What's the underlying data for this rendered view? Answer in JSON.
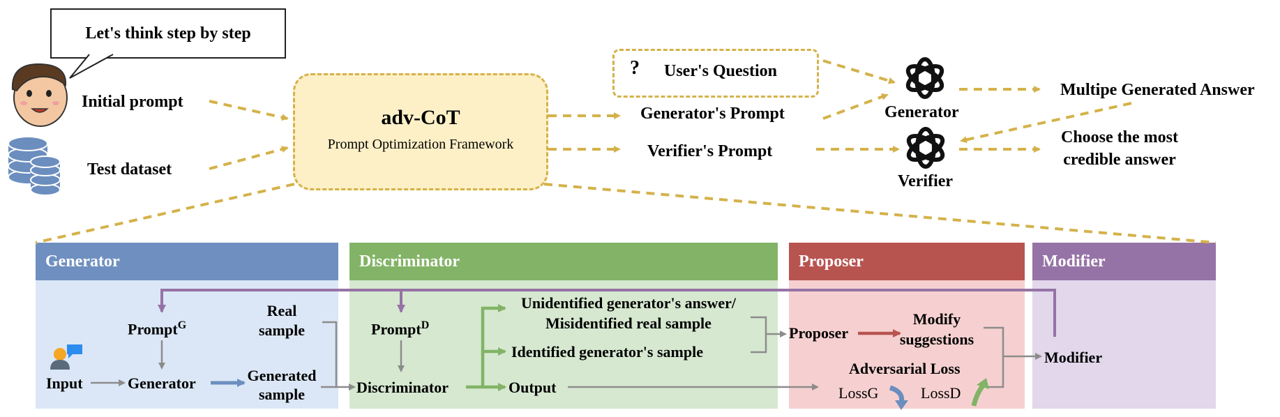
{
  "top": {
    "bubble_text": "Let's think step by step",
    "initial_prompt": "Initial prompt",
    "test_dataset": "Test dataset",
    "framework_title": "adv-CoT",
    "framework_subtitle": "Prompt Optimization Framework",
    "user_question_mark": "?",
    "user_question": "User's Question",
    "generator_prompt": "Generator's Prompt",
    "verifier_prompt": "Verifier's Prompt",
    "generator_label": "Generator",
    "verifier_label": "Verifier",
    "multiple_answers": "Multipe Generated Answer",
    "choose_line1": "Choose the most",
    "choose_line2": "credible answer"
  },
  "panels": {
    "generator": {
      "header": "Generator",
      "prompt_base": "Prompt",
      "prompt_sup": "G",
      "real_line1": "Real",
      "real_line2": "sample",
      "input": "Input",
      "generator": "Generator",
      "generated_line1": "Generated",
      "generated_line2": "sample"
    },
    "discriminator": {
      "header": "Discriminator",
      "prompt_base": "Prompt",
      "prompt_sup": "D",
      "discriminator": "Discriminator",
      "unidentified_line1": "Unidentified generator's answer/",
      "unidentified_line2": "Misidentified real sample",
      "identified": "Identified generator's sample",
      "output": "Output"
    },
    "proposer": {
      "header": "Proposer",
      "proposer": "Proposer",
      "modify_line1": "Modify",
      "modify_line2": "suggestions",
      "adversarial_loss": "Adversarial Loss",
      "loss_g": "LossG",
      "loss_d": "LossD"
    },
    "modifier": {
      "header": "Modifier",
      "modifier": "Modifier"
    }
  },
  "colors": {
    "dashed_arrow": "#d4b24a",
    "gray_arrow": "#8c8c8c",
    "blue_arrow": "#6c8ebf",
    "green_arrow": "#82b366",
    "red_arrow": "#b85450",
    "purple_arrow": "#9673a6"
  }
}
